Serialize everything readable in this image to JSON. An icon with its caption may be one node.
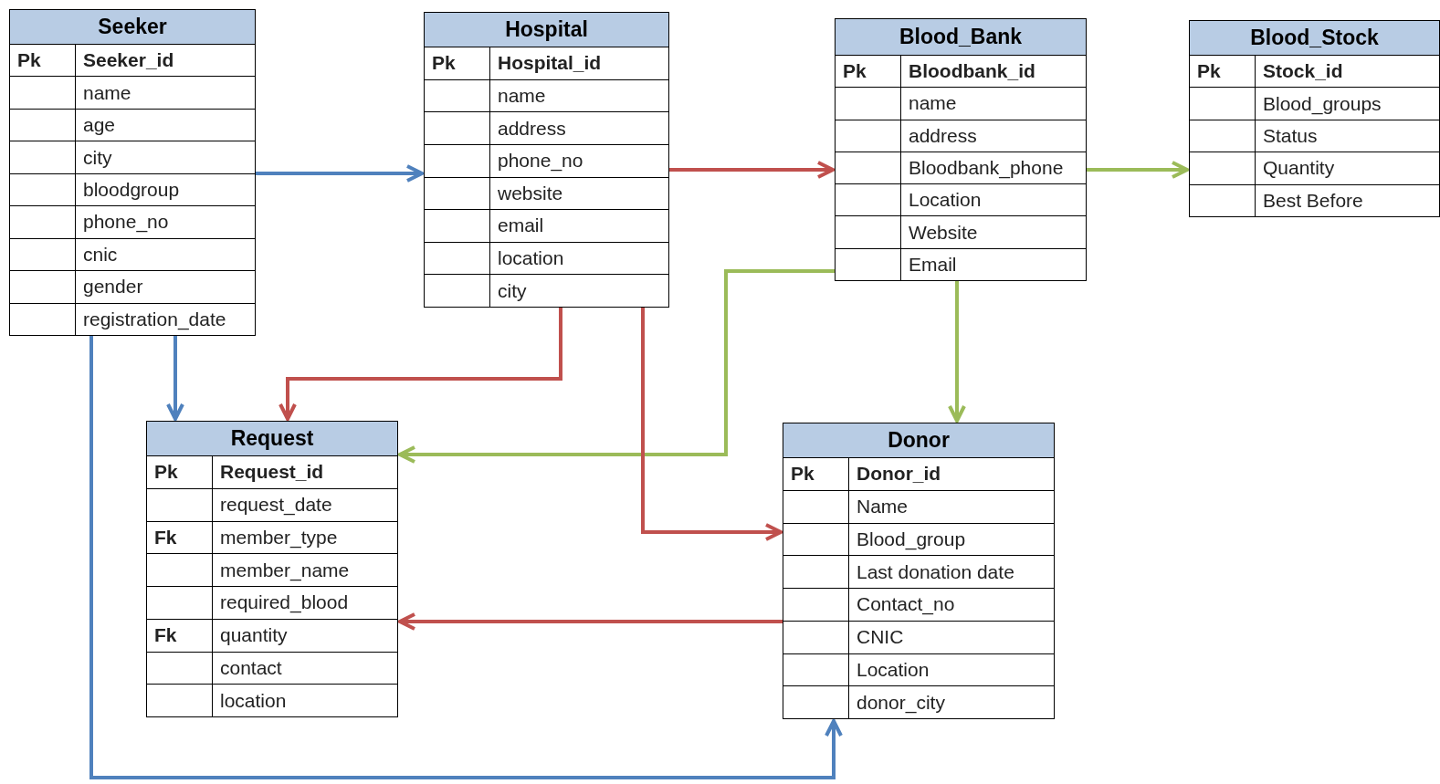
{
  "diagram": {
    "nodes": [
      {
        "text": [
          "Seeker",
          "Pk",
          "Seeker_id",
          "name",
          "age",
          "city",
          "bloodgroup",
          "phone_no",
          "cnic",
          "gender",
          "registration_date"
        ]
      },
      {
        "text": [
          "Hospital",
          "Pk",
          "Hospital_id",
          "name",
          "address",
          "phone_no",
          "website",
          "email",
          "location",
          "city"
        ]
      },
      {
        "text": [
          "Blood_Bank",
          "Pk",
          "Bloodbank_id",
          "name",
          "address",
          "Bloodbank_phone",
          "Location",
          "Website",
          "Email"
        ]
      },
      {
        "text": [
          "Blood_Stock",
          "Pk",
          "Stock_id",
          "Blood_groups",
          "Status",
          "Quantity",
          "Best Before"
        ]
      },
      {
        "text": [
          "Request",
          "Pk",
          "Request_id",
          "request_date",
          "Fk",
          "member_type",
          "member_name",
          "required_blood",
          "Fk",
          "quantity",
          "contact",
          "location"
        ]
      },
      {
        "text": [
          "Donor",
          "Pk",
          "Donor_id",
          "Name",
          "Blood_group",
          "Last donation date",
          "Contact_no",
          "CNIC",
          "Location",
          "donor_city"
        ]
      }
    ],
    "edges": [
      {
        "from": 0,
        "to": 1,
        "arrow": "to",
        "color": "#4f81bd"
      },
      {
        "from": 1,
        "to": 2,
        "arrow": "to",
        "color": "#c0504d"
      },
      {
        "from": 2,
        "to": 3,
        "arrow": "to",
        "color": "#9bbb59"
      },
      {
        "from": 0,
        "to": 4,
        "arrow": "to",
        "color": "#4f81bd"
      },
      {
        "from": 1,
        "to": 4,
        "arrow": "to",
        "color": "#c0504d"
      },
      {
        "from": 2,
        "to": 4,
        "arrow": "to",
        "color": "#9bbb59"
      },
      {
        "from": 1,
        "to": 5,
        "arrow": "to",
        "color": "#c0504d"
      },
      {
        "from": 2,
        "to": 5,
        "arrow": "to",
        "color": "#9bbb59"
      },
      {
        "from": 5,
        "to": 4,
        "arrow": "to",
        "color": "#c0504d"
      },
      {
        "from": 0,
        "to": 5,
        "arrow": "to",
        "color": "#4f81bd"
      }
    ]
  }
}
